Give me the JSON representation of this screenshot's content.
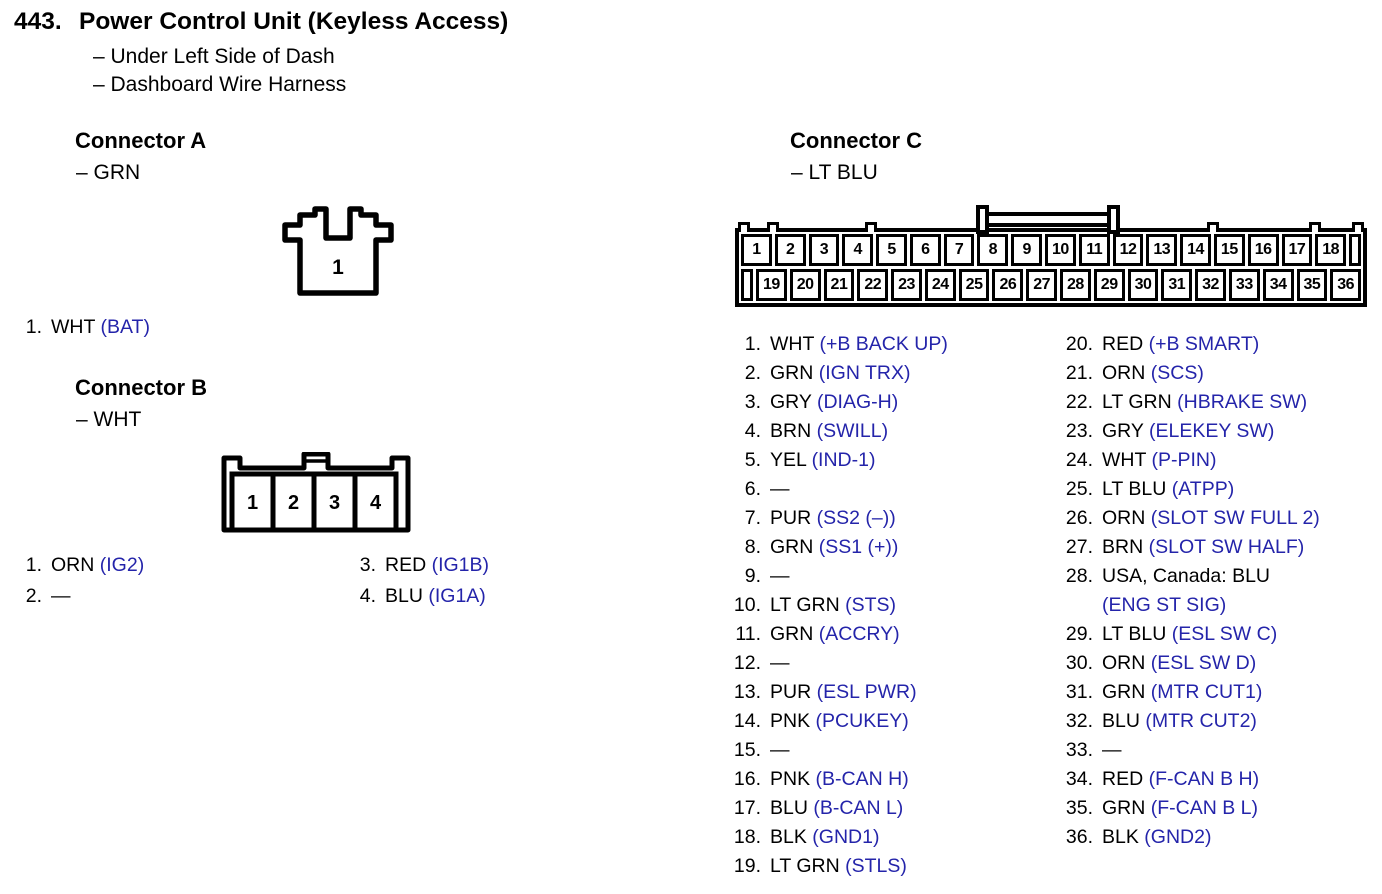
{
  "header": {
    "index": "443.",
    "title": "Power Control Unit (Keyless Access)",
    "locations": [
      "– Under Left Side of Dash",
      "– Dashboard Wire Harness"
    ]
  },
  "colors": {
    "signal_blue": "#2424aa",
    "ink": "#000000",
    "paper": "#ffffff"
  },
  "connector_a": {
    "title": "Connector A",
    "housing_color": "– GRN",
    "diagram_pins": [
      "1"
    ],
    "pins": [
      {
        "num": "1.",
        "wire": "WHT",
        "signal": "(BAT)"
      }
    ]
  },
  "connector_b": {
    "title": "Connector B",
    "housing_color": "– WHT",
    "diagram_pins": [
      "1",
      "2",
      "3",
      "4"
    ],
    "pins_left": [
      {
        "num": "1.",
        "wire": "ORN",
        "signal": "(IG2)"
      },
      {
        "num": "2.",
        "wire": "—",
        "signal": ""
      }
    ],
    "pins_right": [
      {
        "num": "3.",
        "wire": "RED",
        "signal": "(IG1B)"
      },
      {
        "num": "4.",
        "wire": "BLU",
        "signal": "(IG1A)"
      }
    ]
  },
  "connector_c": {
    "title": "Connector C",
    "housing_color": "– LT BLU",
    "diagram_top_row": [
      "1",
      "2",
      "3",
      "4",
      "5",
      "6",
      "7",
      "8",
      "9",
      "10",
      "11",
      "12",
      "13",
      "14",
      "15",
      "16",
      "17",
      "18"
    ],
    "diagram_bottom_row": [
      "19",
      "20",
      "21",
      "22",
      "23",
      "24",
      "25",
      "26",
      "27",
      "28",
      "29",
      "30",
      "31",
      "32",
      "33",
      "34",
      "35",
      "36"
    ],
    "pins_left": [
      {
        "num": "1.",
        "wire": "WHT",
        "signal": "(+B BACK UP)"
      },
      {
        "num": "2.",
        "wire": "GRN",
        "signal": "(IGN TRX)"
      },
      {
        "num": "3.",
        "wire": "GRY",
        "signal": "(DIAG-H)"
      },
      {
        "num": "4.",
        "wire": "BRN",
        "signal": "(SWILL)"
      },
      {
        "num": "5.",
        "wire": "YEL",
        "signal": "(IND-1)"
      },
      {
        "num": "6.",
        "wire": "—",
        "signal": ""
      },
      {
        "num": "7.",
        "wire": "PUR",
        "signal": "(SS2 (–))"
      },
      {
        "num": "8.",
        "wire": "GRN",
        "signal": "(SS1 (+))"
      },
      {
        "num": "9.",
        "wire": "—",
        "signal": ""
      },
      {
        "num": "10.",
        "wire": "LT GRN",
        "signal": "(STS)"
      },
      {
        "num": "11.",
        "wire": "GRN",
        "signal": "(ACCRY)"
      },
      {
        "num": "12.",
        "wire": "—",
        "signal": ""
      },
      {
        "num": "13.",
        "wire": "PUR",
        "signal": "(ESL PWR)"
      },
      {
        "num": "14.",
        "wire": "PNK",
        "signal": "(PCUKEY)"
      },
      {
        "num": "15.",
        "wire": "—",
        "signal": ""
      },
      {
        "num": "16.",
        "wire": "PNK",
        "signal": "(B-CAN H)"
      },
      {
        "num": "17.",
        "wire": "BLU",
        "signal": "(B-CAN L)"
      },
      {
        "num": "18.",
        "wire": "BLK",
        "signal": "(GND1)"
      },
      {
        "num": "19.",
        "wire": "LT GRN",
        "signal": "(STLS)"
      }
    ],
    "pins_right": [
      {
        "num": "20.",
        "wire": "RED",
        "signal": "(+B SMART)"
      },
      {
        "num": "21.",
        "wire": "ORN",
        "signal": "(SCS)"
      },
      {
        "num": "22.",
        "wire": "LT GRN",
        "signal": "(HBRAKE SW)"
      },
      {
        "num": "23.",
        "wire": "GRY",
        "signal": "(ELEKEY SW)"
      },
      {
        "num": "24.",
        "wire": "WHT",
        "signal": "(P-PIN)"
      },
      {
        "num": "25.",
        "wire": "LT BLU",
        "signal": "(ATPP)"
      },
      {
        "num": "26.",
        "wire": "ORN",
        "signal": "(SLOT SW FULL 2)"
      },
      {
        "num": "27.",
        "wire": "BRN",
        "signal": "(SLOT SW HALF)"
      },
      {
        "num": "28.",
        "wire": "USA, Canada: BLU",
        "signal": "(ENG ST SIG)",
        "wrap": true
      },
      {
        "num": "29.",
        "wire": "LT BLU",
        "signal": "(ESL SW C)"
      },
      {
        "num": "30.",
        "wire": "ORN",
        "signal": "(ESL SW D)"
      },
      {
        "num": "31.",
        "wire": "GRN",
        "signal": "(MTR CUT1)"
      },
      {
        "num": "32.",
        "wire": "BLU",
        "signal": "(MTR CUT2)"
      },
      {
        "num": "33.",
        "wire": "—",
        "signal": ""
      },
      {
        "num": "34.",
        "wire": "RED",
        "signal": "(F-CAN B H)"
      },
      {
        "num": "35.",
        "wire": "GRN",
        "signal": "(F-CAN B L)"
      },
      {
        "num": "36.",
        "wire": "BLK",
        "signal": "(GND2)"
      }
    ]
  }
}
